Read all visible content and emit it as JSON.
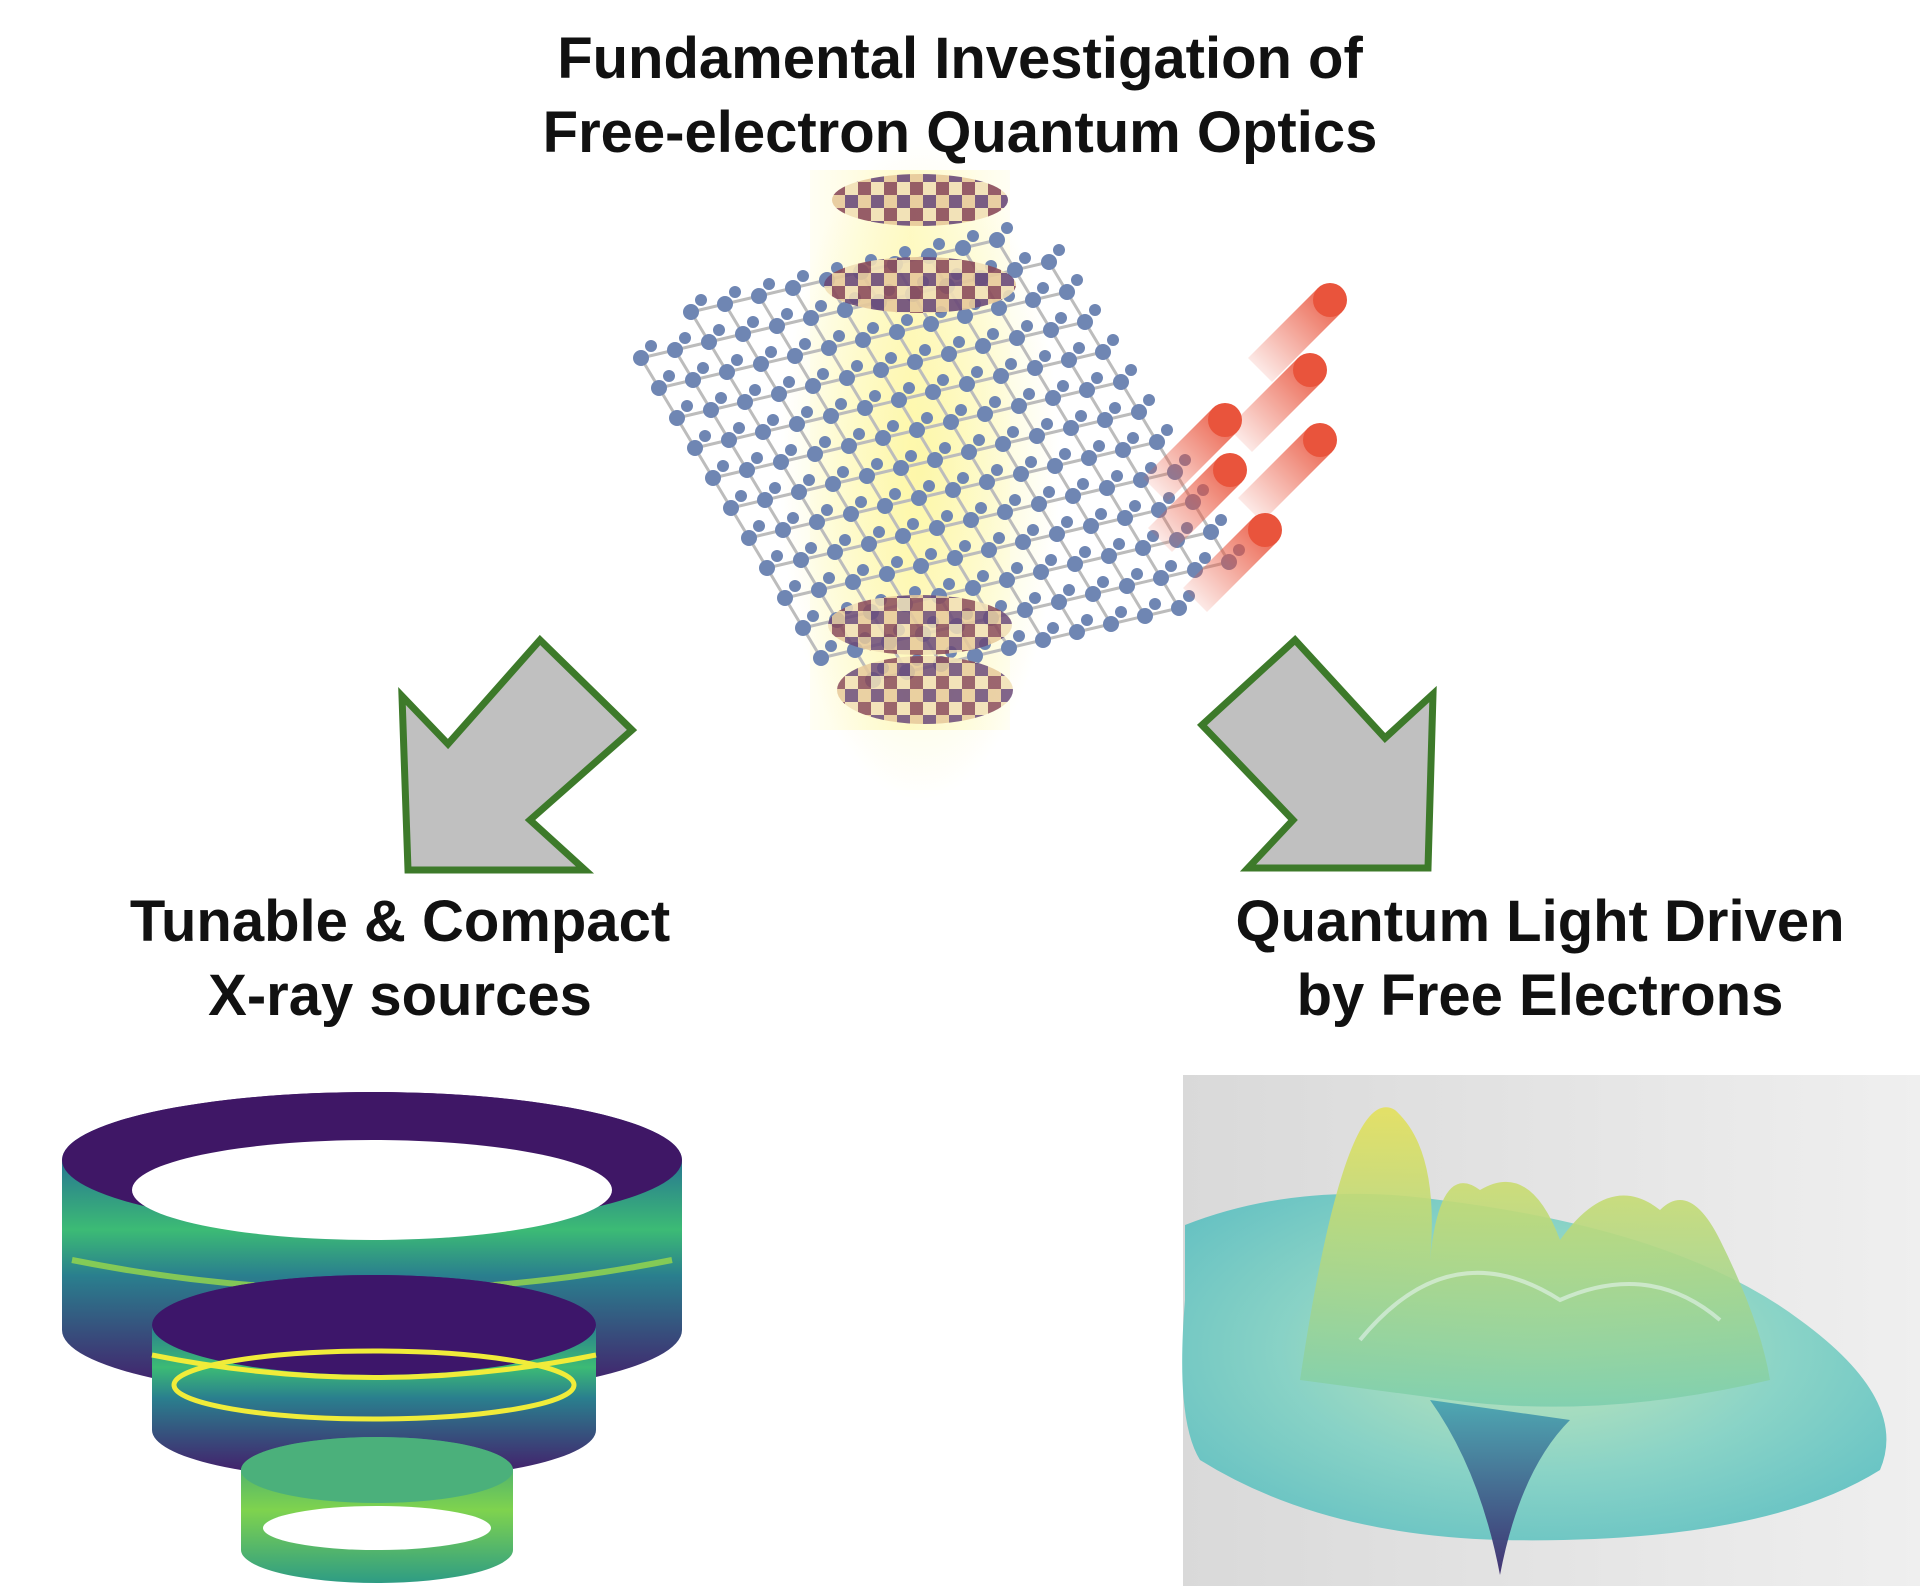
{
  "heading": {
    "line1": "Fundamental Investigation of",
    "line2": "Free-electron Quantum Optics"
  },
  "left_branch": {
    "line1": "Tunable & Compact",
    "line2": "X-ray sources"
  },
  "right_branch": {
    "line1": "Quantum Light Driven",
    "line2": "by Free Electrons"
  },
  "colors": {
    "arrow_fill": "#c0c0c0",
    "arrow_stroke": "#3d7a2a",
    "atom": "#6f86b3",
    "bond": "#bcbcbc",
    "electron": "#e9543c",
    "viridis_dark": "#46146b",
    "viridis_green": "#2fb47c",
    "viridis_yellow": "#e8e33a"
  }
}
